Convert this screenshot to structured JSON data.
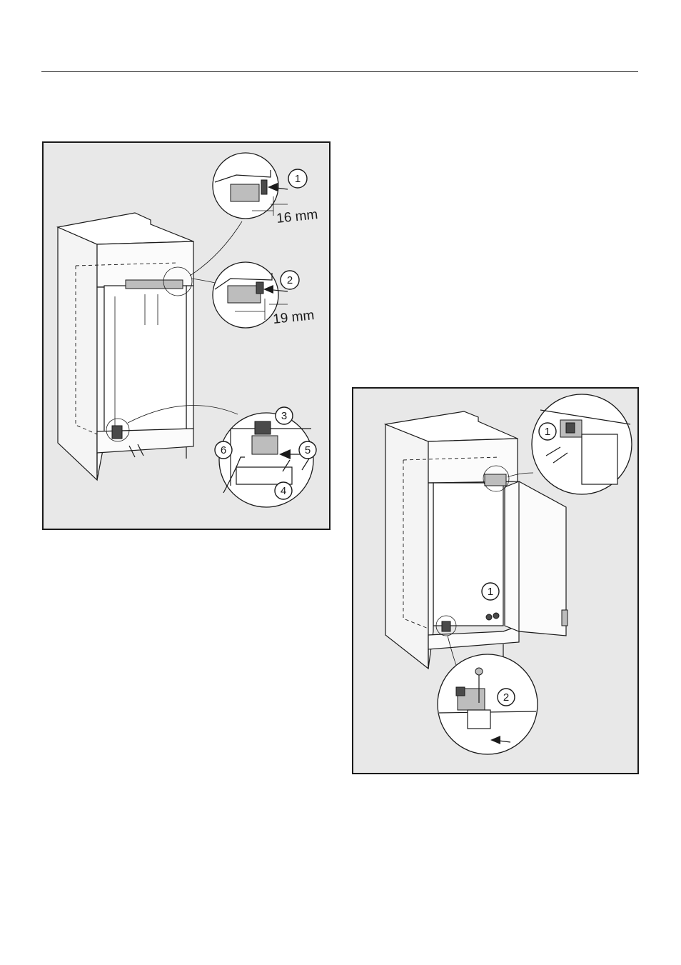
{
  "figure1": {
    "callouts": [
      "1",
      "2",
      "3",
      "4",
      "5",
      "6"
    ],
    "measurement_top": "16 mm",
    "measurement_bottom": "19 mm"
  },
  "figure2": {
    "callouts": [
      "1",
      "1",
      "2"
    ]
  }
}
